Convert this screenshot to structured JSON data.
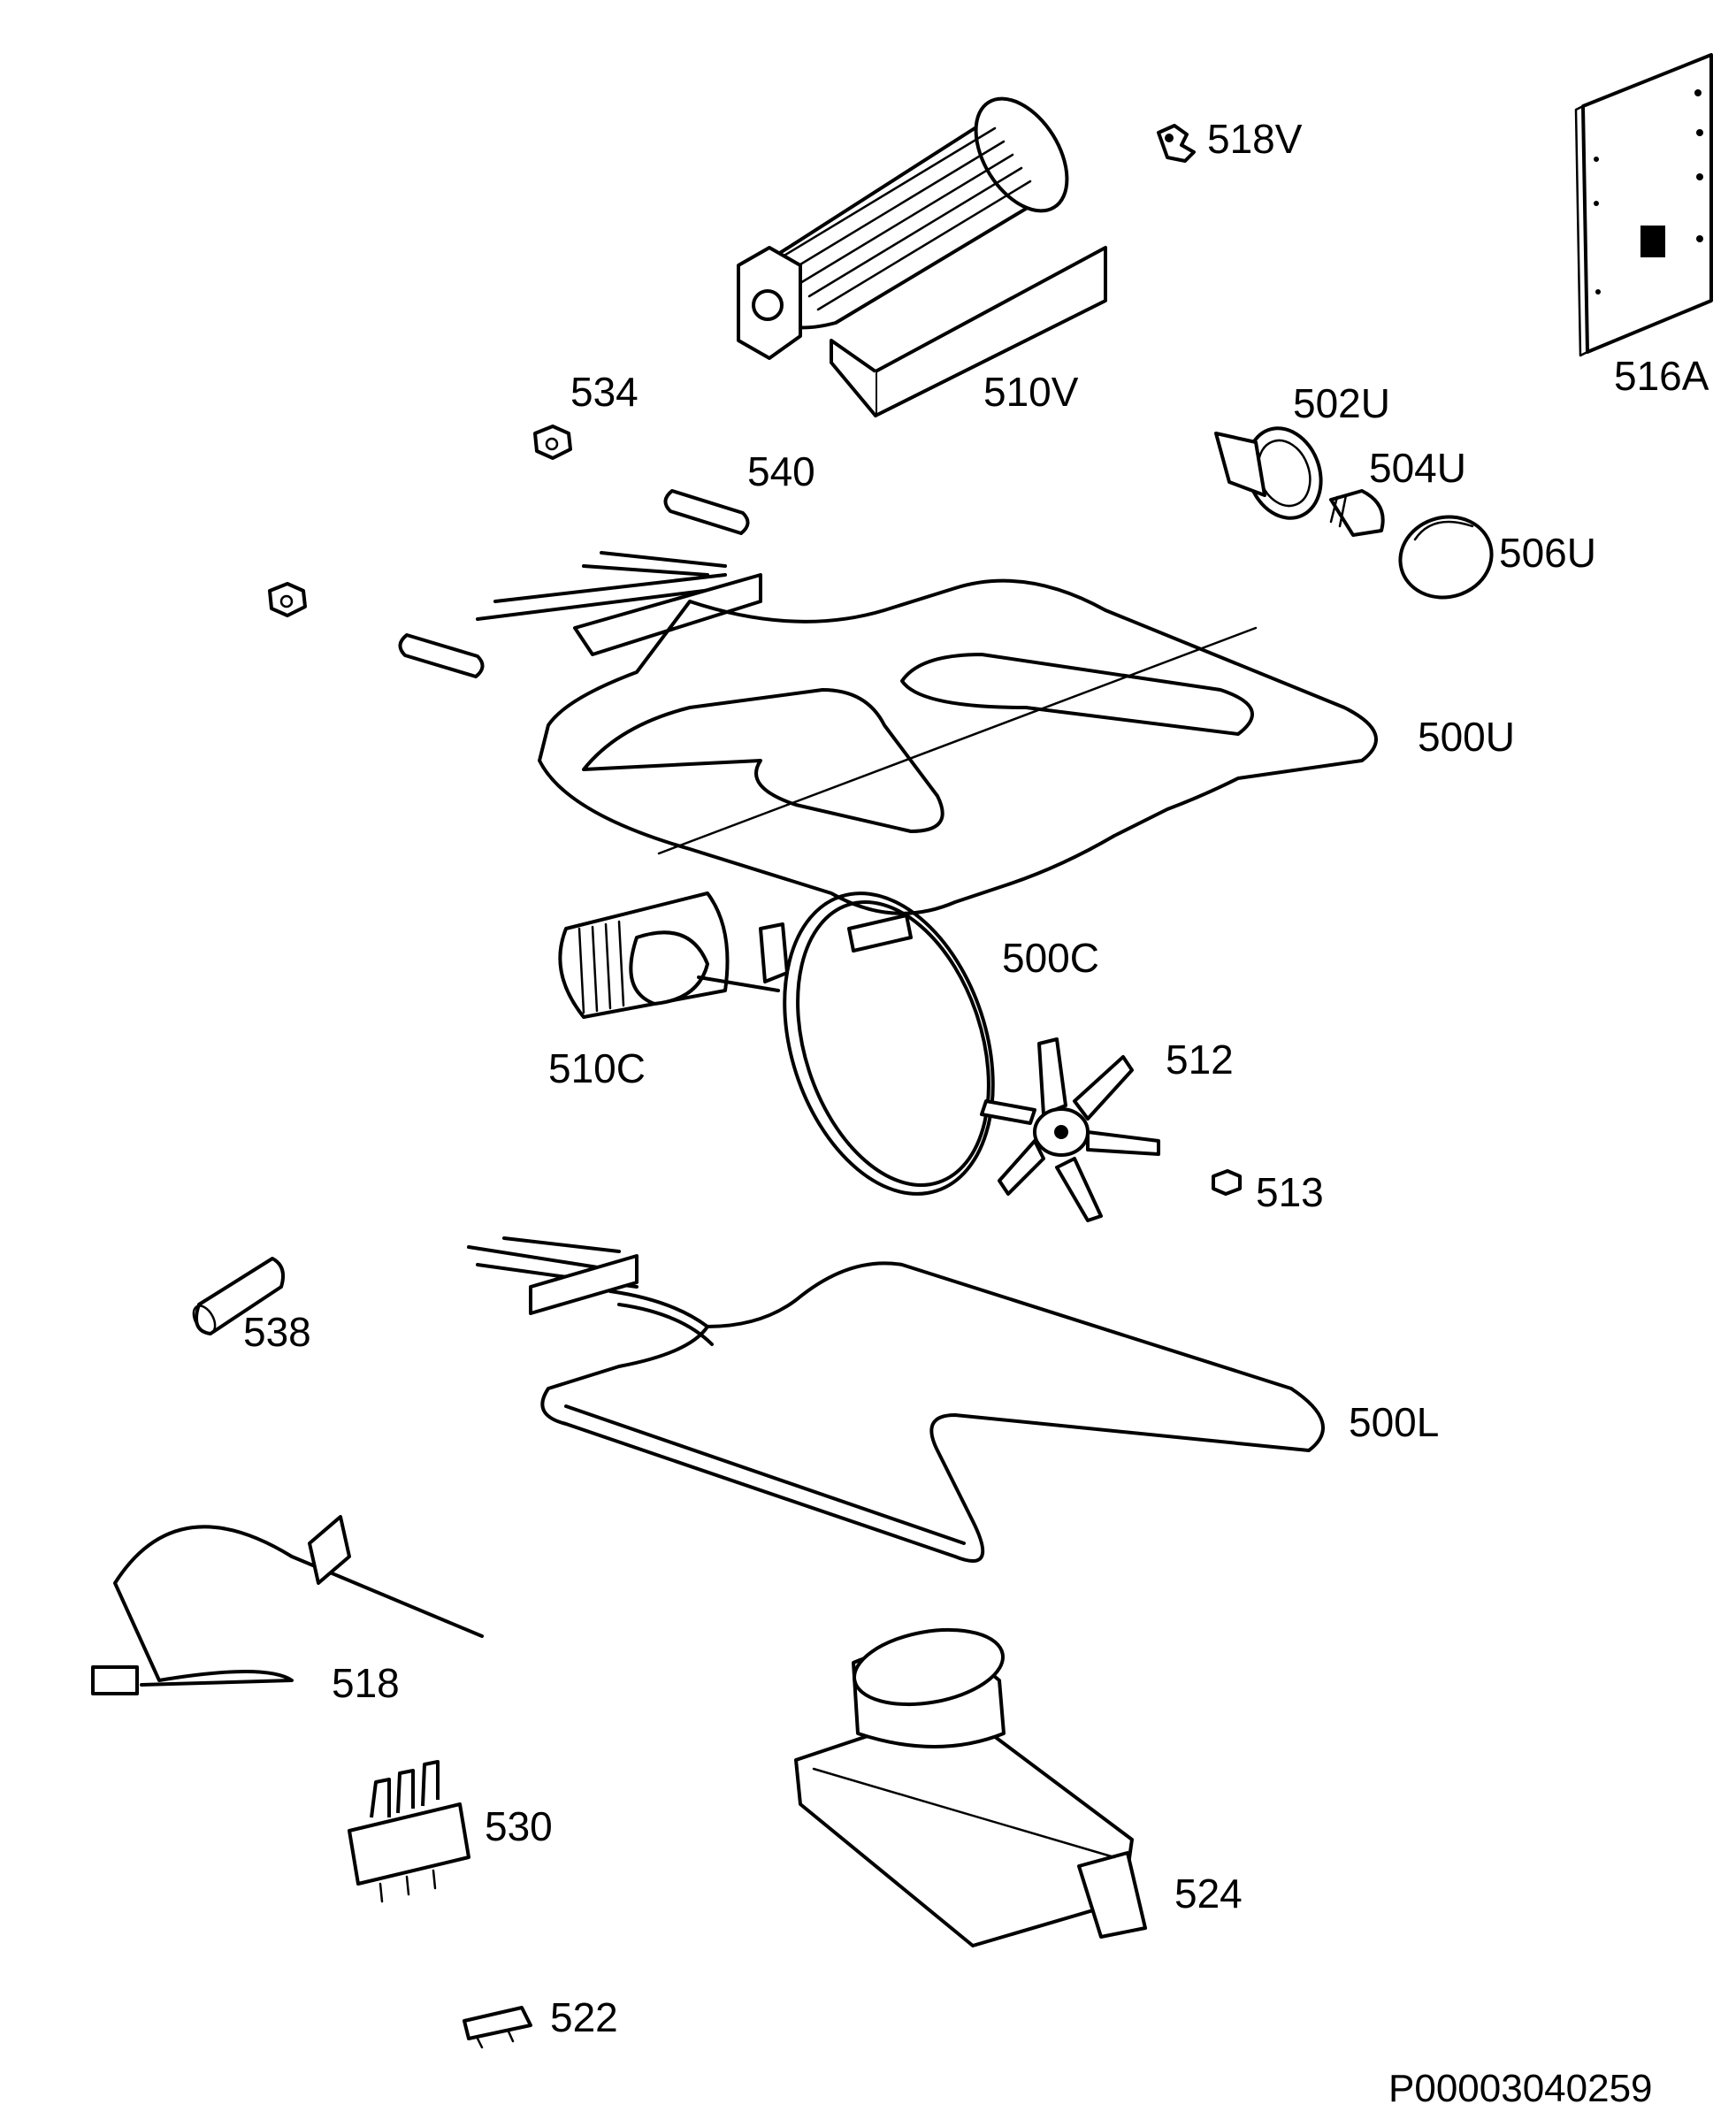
{
  "diagram": {
    "drawing_number": "P00003040259",
    "parts": [
      {
        "id": "518V",
        "icon": "thermostat-clip-icon"
      },
      {
        "id": "516A",
        "icon": "circuit-board-icon"
      },
      {
        "id": "510V",
        "icon": "tangential-fan-icon"
      },
      {
        "id": "534",
        "icon": "nut-icon"
      },
      {
        "id": "540",
        "icon": "insulating-sleeve-icon"
      },
      {
        "id": "502U",
        "icon": "lamp-holder-icon"
      },
      {
        "id": "504U",
        "icon": "bulb-icon"
      },
      {
        "id": "506U",
        "icon": "lamp-cover-icon"
      },
      {
        "id": "500U",
        "icon": "upper-heating-element-icon"
      },
      {
        "id": "500C",
        "icon": "circular-heating-element-icon"
      },
      {
        "id": "510C",
        "icon": "fan-motor-icon"
      },
      {
        "id": "512",
        "icon": "fan-blade-icon"
      },
      {
        "id": "513",
        "icon": "fan-nut-icon"
      },
      {
        "id": "538",
        "icon": "insulating-sleeve-icon"
      },
      {
        "id": "500L",
        "icon": "lower-heating-element-icon"
      },
      {
        "id": "518",
        "icon": "temperature-sensor-icon"
      },
      {
        "id": "530",
        "icon": "terminal-block-icon"
      },
      {
        "id": "524",
        "icon": "door-lock-icon"
      },
      {
        "id": "522",
        "icon": "door-switch-icon"
      }
    ]
  }
}
